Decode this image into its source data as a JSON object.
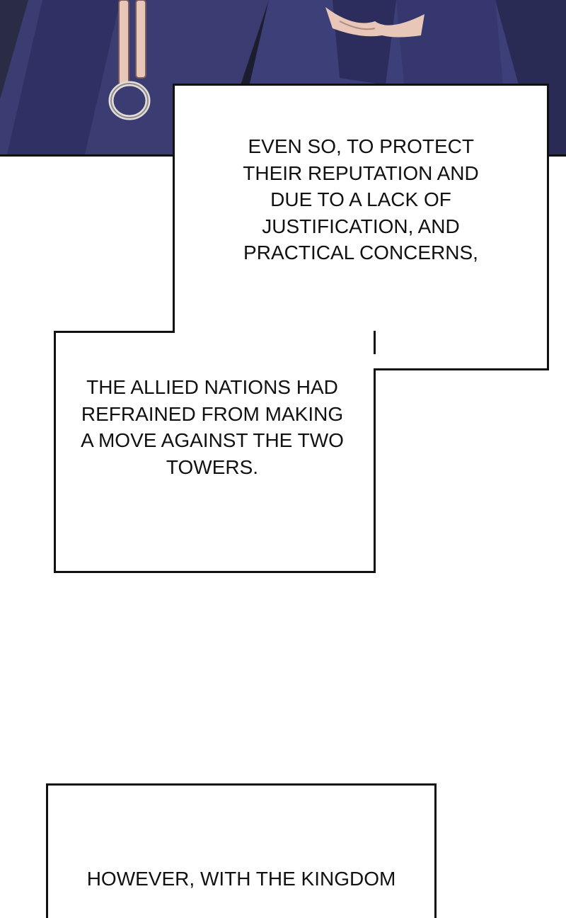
{
  "panel_art": {
    "description_icon": "cloak-figure-art"
  },
  "captions": [
    {
      "lines": [
        "EVEN SO,",
        "TO PROTECT",
        "THEIR REPUTATION",
        "AND DUE TO A LACK",
        "OF JUSTIFICATION,",
        "AND PRACTICAL",
        "CONCERNS,"
      ]
    },
    {
      "lines": [
        "THE",
        "ALLIED NATIONS",
        "HAD REFRAINED FROM",
        "MAKING A MOVE",
        "AGAINST THE TWO",
        "TOWERS."
      ]
    },
    {
      "lines": [
        "HOWEVER,",
        "WITH THE KINGDOM"
      ]
    }
  ],
  "colors": {
    "cloak": "#3d3f78",
    "cloak_shadow": "#2c2d5c",
    "trim": "#e9c7b8",
    "background": "#ffffff"
  }
}
